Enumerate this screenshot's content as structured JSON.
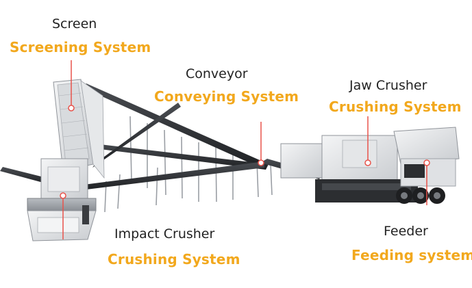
{
  "colors": {
    "accent": "#f2a81d",
    "label": "#222222",
    "pointer": "#e8524a"
  },
  "components": [
    {
      "id": "screen",
      "name": "Screen",
      "system": "Screening System"
    },
    {
      "id": "conveyor",
      "name": "Conveyor",
      "system": "Conveying System"
    },
    {
      "id": "jaw",
      "name": "Jaw Crusher",
      "system": "Crushing System"
    },
    {
      "id": "impact",
      "name": "Impact Crusher",
      "system": "Crushing System"
    },
    {
      "id": "feeder",
      "name": "Feeder",
      "system": "Feeding system"
    }
  ]
}
